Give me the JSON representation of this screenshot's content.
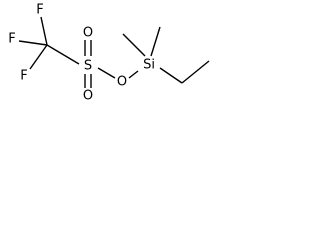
{
  "molecule": {
    "atoms": {
      "f_top": "F",
      "f_left": "F",
      "f_bottom": "F",
      "o_top": "O",
      "o_bottom": "O",
      "s": "S",
      "o_bridge": "O",
      "si": "Si"
    },
    "line_color": "#000000",
    "background": "#ffffff"
  }
}
